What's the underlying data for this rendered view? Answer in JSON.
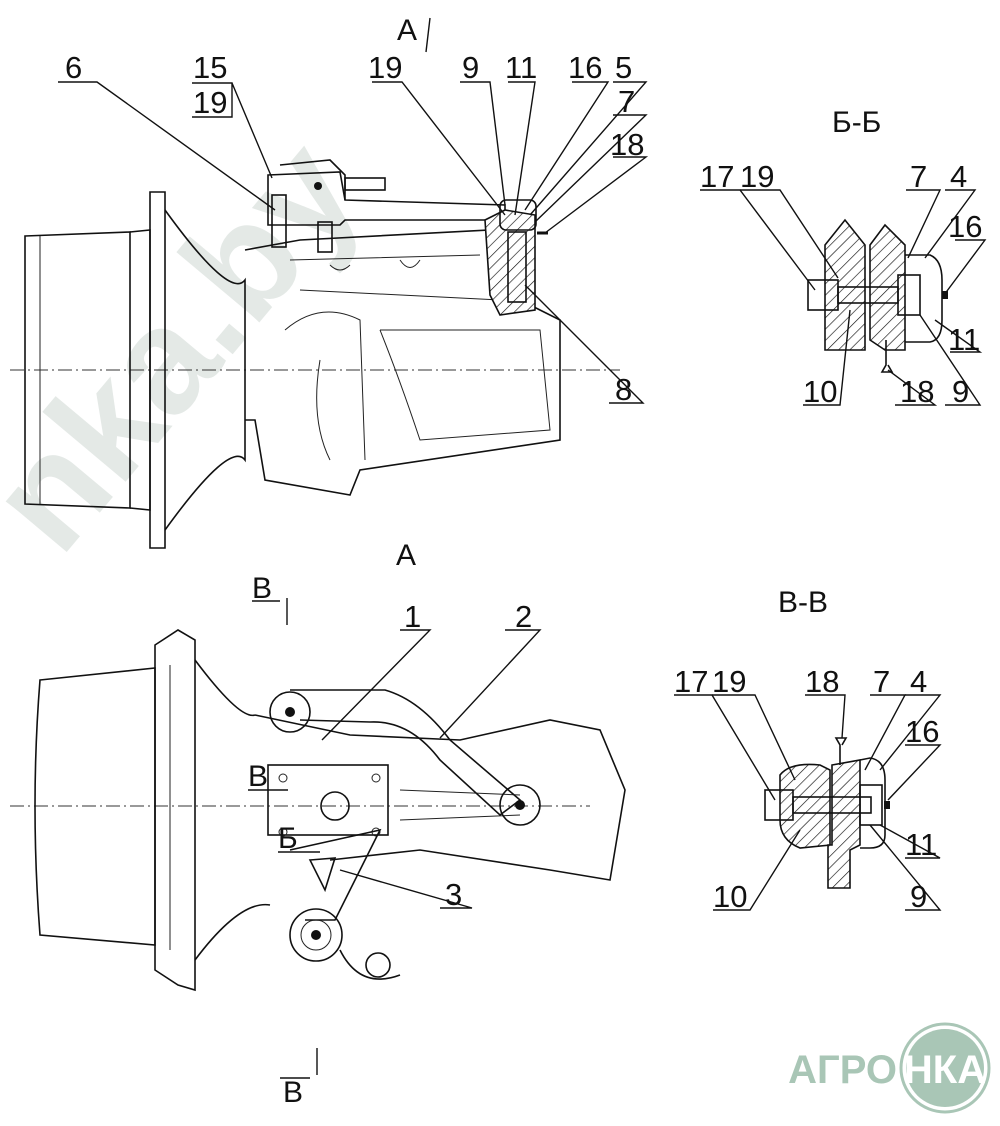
{
  "top_view": {
    "view_mark": "A",
    "callouts": [
      "6",
      "15",
      "19",
      "19",
      "9",
      "11",
      "16",
      "5",
      "7",
      "18",
      "8"
    ]
  },
  "section_bb": {
    "title": "Б-Б",
    "callouts": [
      "17",
      "19",
      "7",
      "4",
      "16",
      "11",
      "10",
      "18",
      "9"
    ]
  },
  "bottom_view": {
    "title": "A",
    "section_mark_top": "В",
    "section_mark_bottom": "В",
    "section_mark_side": "В",
    "section_mark_b": "Б",
    "callouts": [
      "1",
      "2",
      "3"
    ]
  },
  "section_vv": {
    "title": "В-В",
    "callouts": [
      "17",
      "19",
      "18",
      "7",
      "4",
      "16",
      "11",
      "10",
      "9"
    ]
  },
  "watermark": "nka.by",
  "logo": {
    "text_left": "АГРО",
    "text_right": "НКА",
    "color": "#a9c6b6"
  }
}
